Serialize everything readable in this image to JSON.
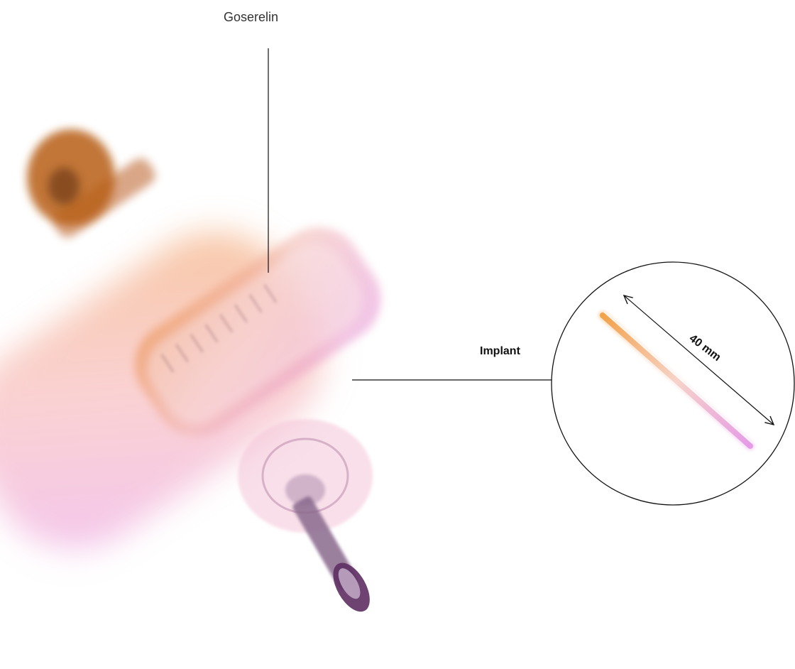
{
  "drug_name": "Goserelin",
  "callout": {
    "implant_label": "Implant",
    "length_label": "40 mm"
  },
  "illustration": {
    "syringe_icon": "syringe-icon",
    "implant_rod_icon": "implant-rod-icon",
    "colors": {
      "gradient_start": "#e0761c",
      "gradient_mid": "#f0a0a8",
      "gradient_end": "#d773d9",
      "needle": "#6b3a6e",
      "line": "#111111"
    }
  }
}
